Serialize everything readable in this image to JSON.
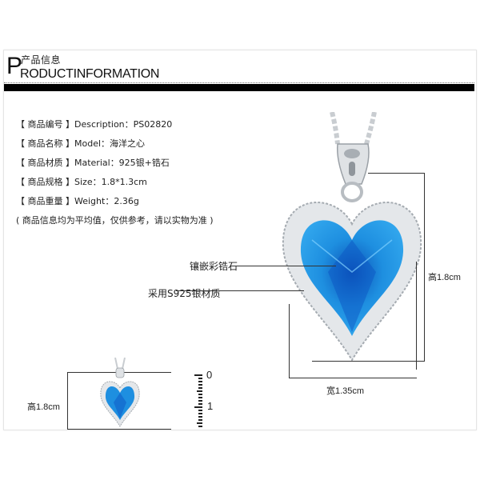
{
  "header": {
    "title_cn": "产品信息",
    "title_initial": "P",
    "title_en": "RODUCTINFORMATION"
  },
  "specs": [
    {
      "label": "【 商品编号 】",
      "value": "Description：PS02820"
    },
    {
      "label": "【 商品名称 】",
      "value": "Model：海洋之心"
    },
    {
      "label": "【 商品材质 】",
      "value": "Material：925银+锆石"
    },
    {
      "label": "【 商品规格 】",
      "value": "Size：1.8*1.3cm"
    },
    {
      "label": "【 商品重量 】",
      "value": "Weight：2.36g"
    }
  ],
  "note": "( 商品信息均为平均值，仅供参考，请以实物为准 )",
  "callouts": {
    "stone": "镶嵌彩锆石",
    "material": "采用S925银材质"
  },
  "dimensions": {
    "height": "高1.8cm",
    "width": "宽1.35cm",
    "small_height": "高1.8cm"
  },
  "ruler": {
    "labels": [
      "0",
      "1"
    ]
  },
  "colors": {
    "gem": "#1e8fe0",
    "gem_dark": "#0b4fb5",
    "silver": "#d0d4d8"
  }
}
